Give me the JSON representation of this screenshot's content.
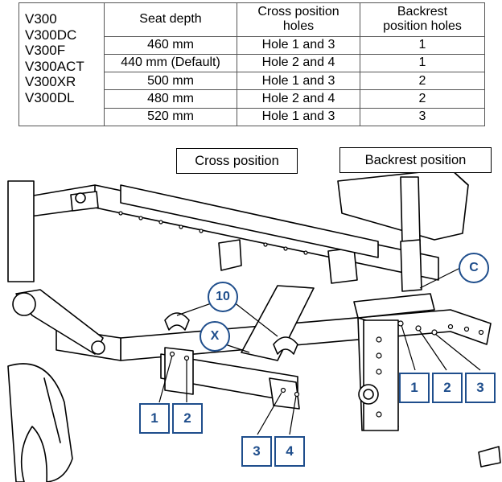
{
  "table": {
    "models": [
      "V300",
      "V300DC",
      "V300F",
      "V300ACT",
      "V300XR",
      "V300DL"
    ],
    "headers": {
      "seat_depth": "Seat depth",
      "cross_line1": "Cross position",
      "cross_line2": "holes",
      "backrest_line1": "Backrest",
      "backrest_line2": "position holes"
    },
    "rows": [
      {
        "seat_depth": "460 mm",
        "cross": "Hole 1 and 3",
        "backrest": "1"
      },
      {
        "seat_depth": "440 mm (Default)",
        "cross": "Hole 2 and 4",
        "backrest": "1"
      },
      {
        "seat_depth": "500 mm",
        "cross": "Hole 1 and 3",
        "backrest": "2"
      },
      {
        "seat_depth": "480 mm",
        "cross": "Hole 2 and 4",
        "backrest": "2"
      },
      {
        "seat_depth": "520 mm",
        "cross": "Hole 1 and 3",
        "backrest": "3"
      }
    ]
  },
  "diagram": {
    "cross_position_label": "Cross position",
    "backrest_position_label": "Backrest position",
    "callouts": {
      "ten": "10",
      "x": "X",
      "c": "C",
      "left_1": "1",
      "left_2": "2",
      "left_3": "3",
      "left_4": "4",
      "right_1": "1",
      "right_2": "2",
      "right_3": "3"
    },
    "callout_color": "#1f4e8c"
  }
}
